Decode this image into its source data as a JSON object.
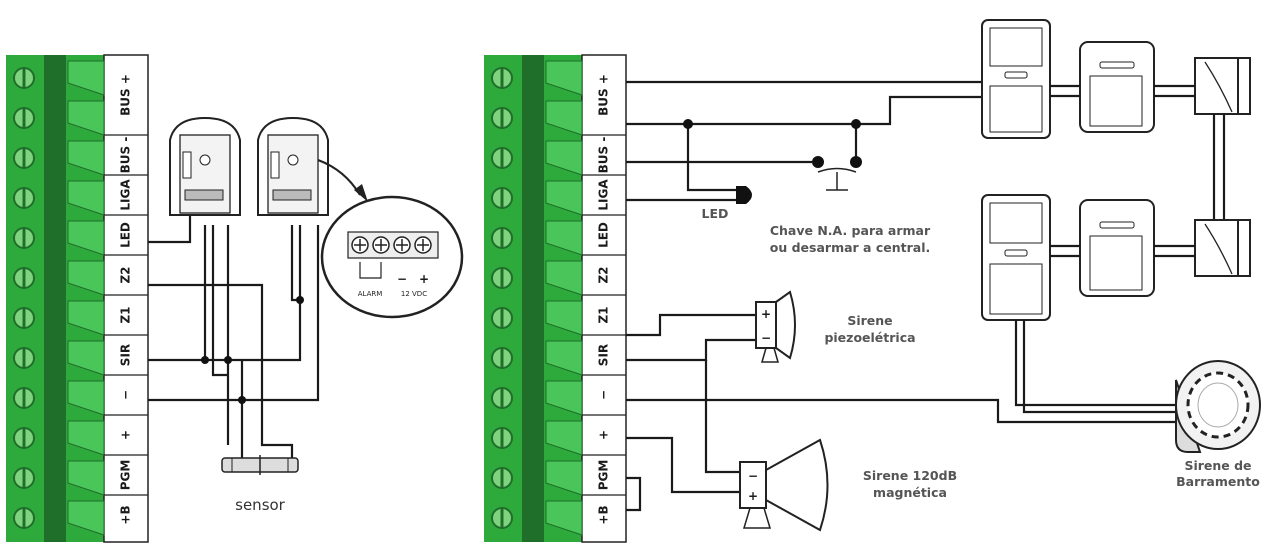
{
  "terminal_labels": [
    "BUS +",
    "BUS -",
    "LIGA",
    "LED",
    "Z2",
    "Z1",
    "SIR",
    "−",
    "+",
    "PGM",
    "+B"
  ],
  "left": {
    "sensor_label": "sensor",
    "callout": {
      "alarm": "ALARM",
      "minus": "−",
      "plus": "+",
      "vdc": "12 VDC"
    }
  },
  "right": {
    "led_label": "LED",
    "switch_caption": [
      "Chave N.A. para armar",
      "ou desarmar a central."
    ],
    "piezo_caption": [
      "Sirene",
      "piezoelétrica"
    ],
    "siren_magnetic_caption": [
      "Sirene 120dB",
      "magnética"
    ],
    "bus_siren_caption": [
      "Sirene de",
      "Barramento"
    ],
    "piezo_polarity": [
      "+",
      "−"
    ],
    "magnetic_polarity": [
      "−",
      "+"
    ]
  },
  "colors": {
    "terminal_green": "#2eaa3c",
    "terminal_dark": "#1f6f2a",
    "terminal_light": "#7fd37f",
    "wire": "#1a1a1a",
    "caption": "#555555"
  }
}
